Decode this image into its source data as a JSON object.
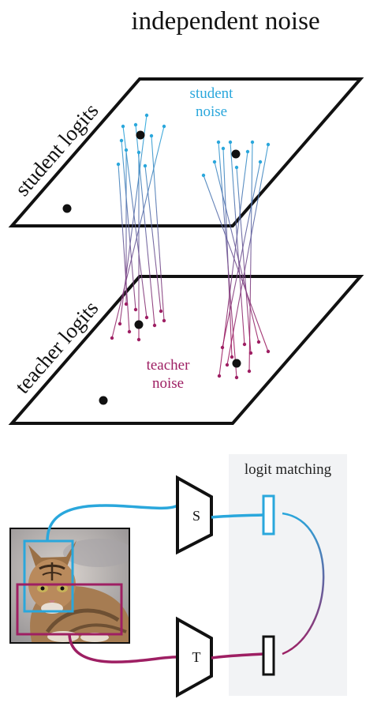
{
  "title": "independent noise",
  "planes": {
    "student": {
      "label": "student logits"
    },
    "teacher": {
      "label": "teacher logits"
    }
  },
  "noise": {
    "student_line1": "student",
    "student_line2": "noise",
    "teacher_line1": "teacher",
    "teacher_line2": "noise"
  },
  "matching": {
    "label": "logit matching"
  },
  "networks": {
    "student": "S",
    "teacher": "T"
  },
  "colors": {
    "student": "#2aa7dc",
    "teacher": "#9e1f63",
    "box_background": "#f2f3f5",
    "outline": "#111111"
  },
  "image": {
    "subject": "cat photo"
  }
}
